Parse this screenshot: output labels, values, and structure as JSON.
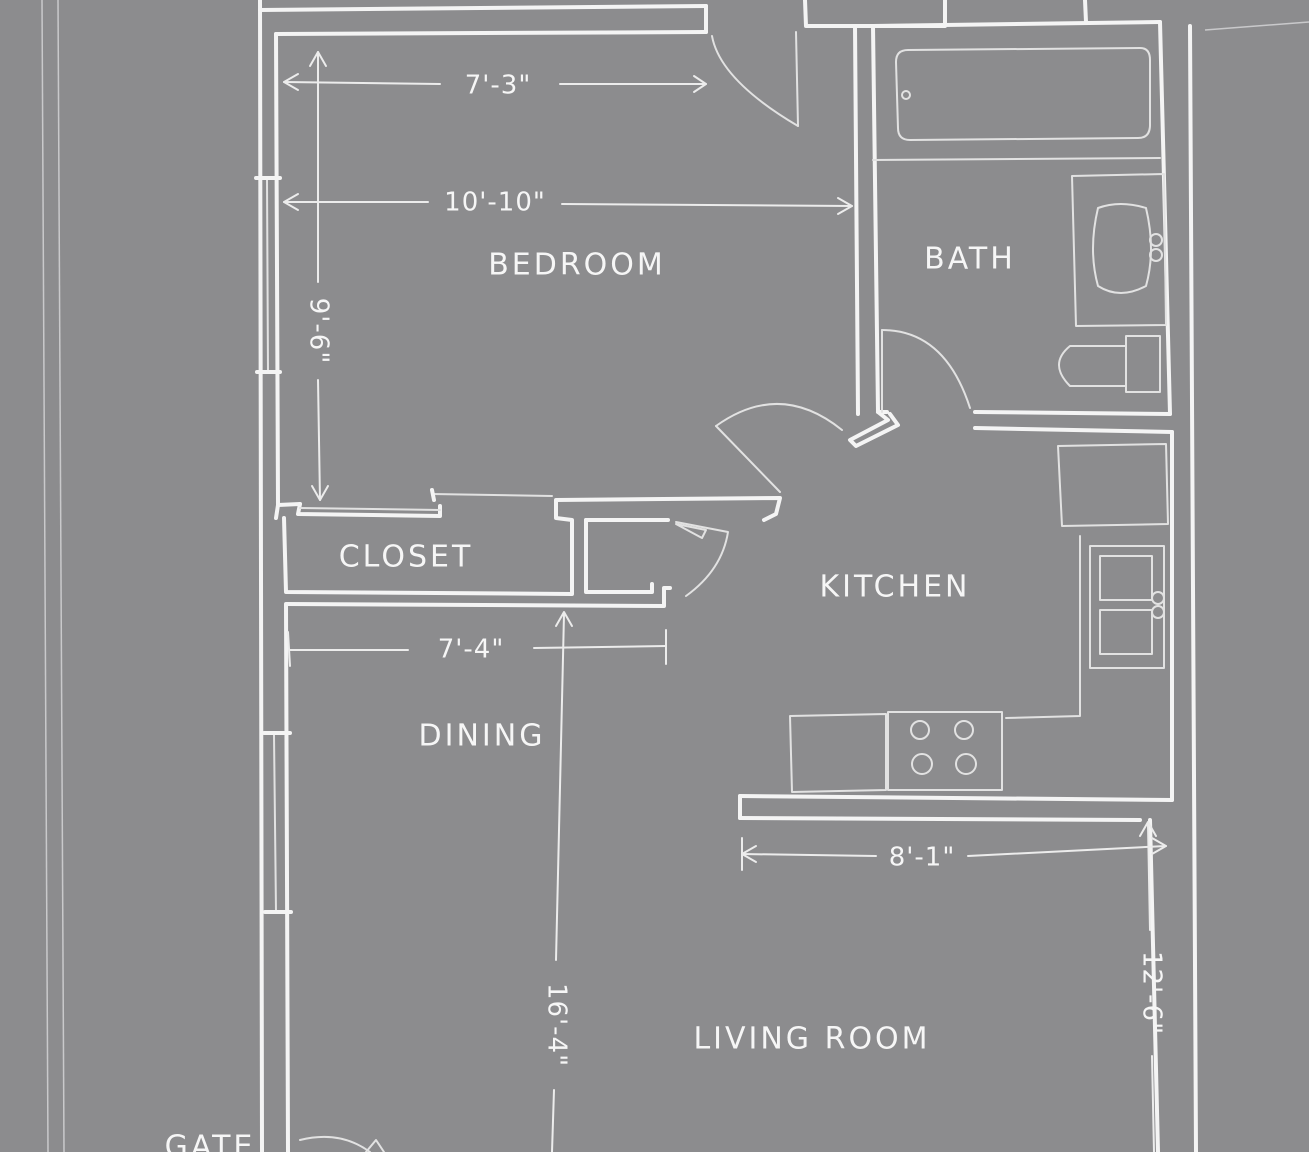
{
  "rooms": {
    "bedroom": "BEDROOM",
    "bath": "BATH",
    "closet": "CLOSET",
    "kitchen": "KITCHEN",
    "dining": "DINING",
    "living": "LIVING ROOM",
    "gate": "GATE"
  },
  "dimensions": {
    "bedroom_upper": "7'-3\"",
    "bedroom_width": "10'-10\"",
    "bedroom_depth": "9'-6\"",
    "dining_width": "7'-4\"",
    "dining_living_depth": "16'-4\"",
    "kitchen_width": "8'-1\"",
    "living_depth": "12'-6\""
  }
}
